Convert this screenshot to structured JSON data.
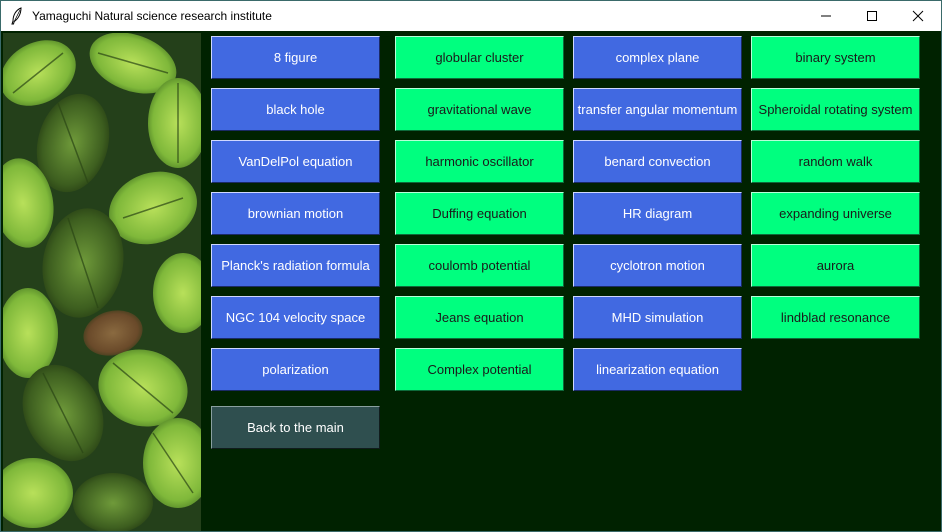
{
  "window": {
    "title": "Yamaguchi Natural science research institute"
  },
  "buttons": {
    "col1": [
      "8 figure",
      "black hole",
      "VanDelPol equation",
      "brownian motion",
      "Planck's radiation formula",
      "NGC 104 velocity space",
      "polarization"
    ],
    "col2": [
      "globular cluster",
      "gravitational wave",
      "harmonic oscillator",
      "Duffing equation",
      "coulomb potential",
      "Jeans equation",
      "Complex potential"
    ],
    "col3": [
      "complex plane",
      "transfer angular momentum",
      "benard convection",
      "HR diagram",
      "cyclotron motion",
      "MHD simulation",
      "linearization equation"
    ],
    "col4": [
      "binary system",
      "Spheroidal rotating system",
      "random walk",
      "expanding universe",
      "aurora",
      "lindblad resonance"
    ],
    "back": "Back to the main"
  },
  "colors": {
    "background": "#002200",
    "blue_button": "#4169e1",
    "green_button": "#00ff7f",
    "back_button": "#2f4f4f"
  },
  "icons": {
    "app": "feather-icon",
    "minimize": "minimize-icon",
    "maximize": "maximize-icon",
    "close": "close-icon"
  }
}
